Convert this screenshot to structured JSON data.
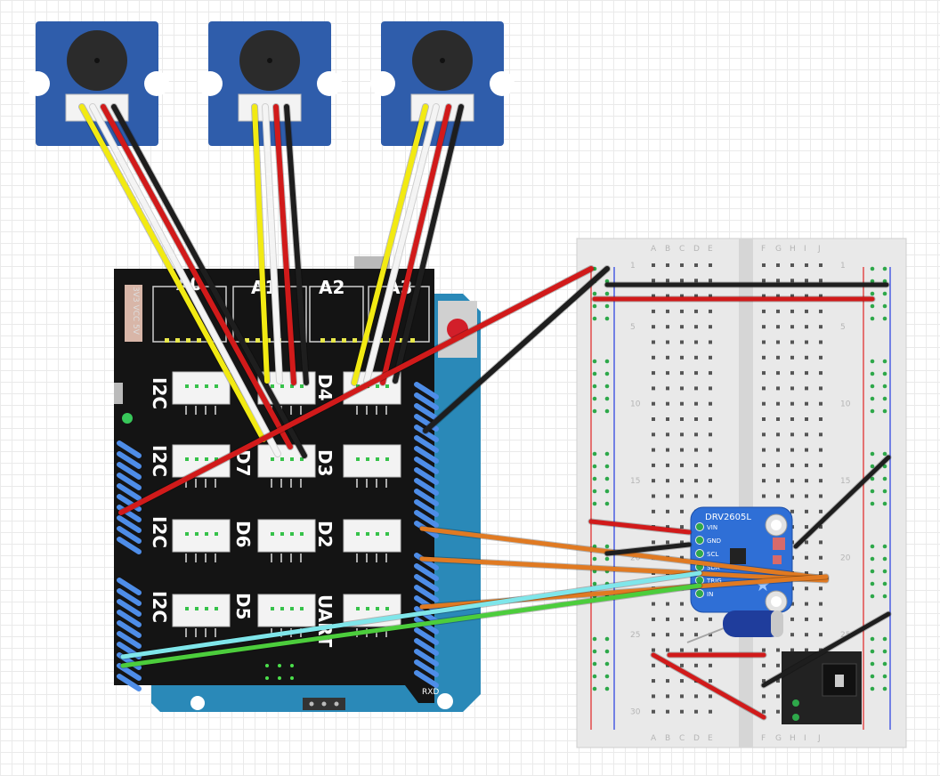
{
  "shield": {
    "analog_labels": [
      "A0",
      "A1",
      "A2",
      "A3"
    ],
    "digital_labels": [
      "D4",
      "D3",
      "D2",
      "D7",
      "D6",
      "D5"
    ],
    "bus_labels": [
      "I2C",
      "I2C",
      "I2C",
      "I2C"
    ],
    "uart_label": "UART",
    "power_label": "3V3 VCC 5V",
    "rxd_label": "RXD"
  },
  "driver": {
    "name": "DRV2605L",
    "pins": [
      "VIN",
      "GND",
      "SCL",
      "SDA",
      "TRIG",
      "IN"
    ]
  },
  "breadboard": {
    "col_letters_left": [
      "A",
      "B",
      "C",
      "D",
      "E"
    ],
    "col_letters_right": [
      "F",
      "G",
      "H",
      "I",
      "J"
    ],
    "row_numbers": [
      "1",
      "5",
      "10",
      "15",
      "20",
      "25",
      "30"
    ]
  },
  "colors": {
    "wire_red": "#d11a1a",
    "wire_black": "#1e1e1e",
    "wire_yellow": "#f2ea12",
    "wire_white": "#f4f4f4",
    "wire_orange": "#e07a22",
    "wire_green": "#4ccd3c",
    "wire_cyan": "#7fe6ea",
    "grove_blue": "#2f5dab",
    "shield_black": "#141414",
    "driver_blue": "#2f6fd6"
  }
}
